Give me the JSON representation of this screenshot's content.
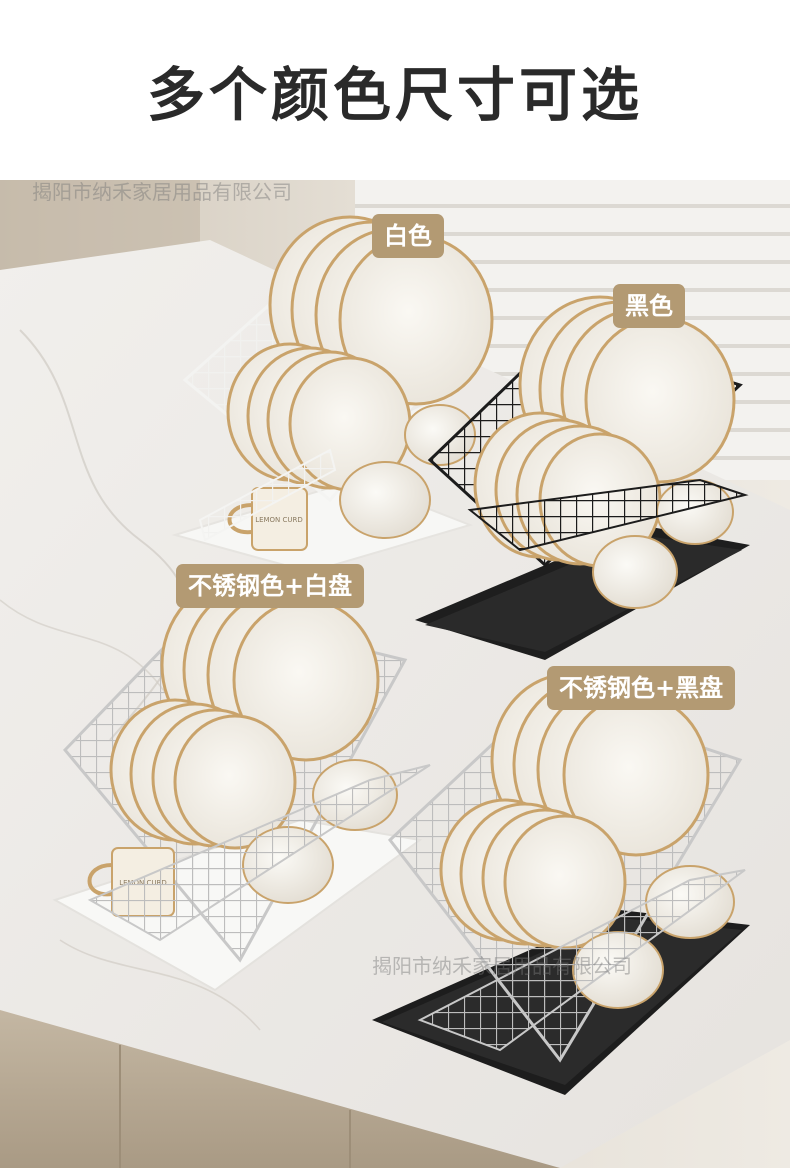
{
  "headline": {
    "title": "多个颜色尺寸可选"
  },
  "variants": [
    {
      "label": "白色"
    },
    {
      "label": "黑色"
    },
    {
      "label": "不锈钢色+白盘"
    },
    {
      "label": "不锈钢色+黑盘"
    }
  ],
  "watermarks": [
    "揭阳市纳禾家居用品有限公司",
    "揭阳市纳禾家居用品有限公司"
  ],
  "mug_print": "LEMON CURD",
  "colors": {
    "tag_bg": "#b39a73",
    "plate_rim": "#c9a36b",
    "rack_black": "#1c1c1c",
    "rack_white": "#f4f4f2",
    "rack_steel": "#c8c8c8"
  }
}
